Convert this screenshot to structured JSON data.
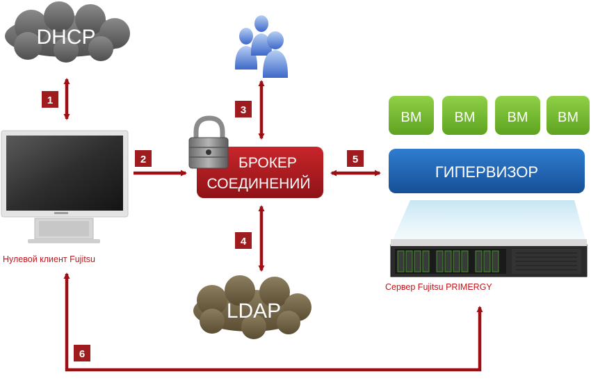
{
  "clouds": {
    "dhcp": "DHCP",
    "ldap": "LDAP"
  },
  "broker": {
    "line1": "БРОКЕР",
    "line2": "СОЕДИНЕНИЙ"
  },
  "hypervisor": {
    "label": "ГИПЕРВИЗОР"
  },
  "vms": [
    "ВМ",
    "ВМ",
    "ВМ",
    "ВМ"
  ],
  "captions": {
    "client": "Нулевой клиент Fujitsu",
    "server": "Сервер Fujitsu PRIMERGY"
  },
  "steps": [
    "1",
    "2",
    "3",
    "4",
    "5",
    "6"
  ],
  "icons": {
    "users": "users-icon",
    "lock": "lock-icon",
    "monitor": "monitor-icon",
    "server": "server-icon"
  },
  "colors": {
    "arrow": "#9e0f14",
    "badge": "#9e1b1e",
    "broker": "#b01c22",
    "vm": "#76be2e",
    "hypervisor": "#1b5fb0",
    "cloud": "#6f6f6f",
    "caption": "#c0141a"
  }
}
